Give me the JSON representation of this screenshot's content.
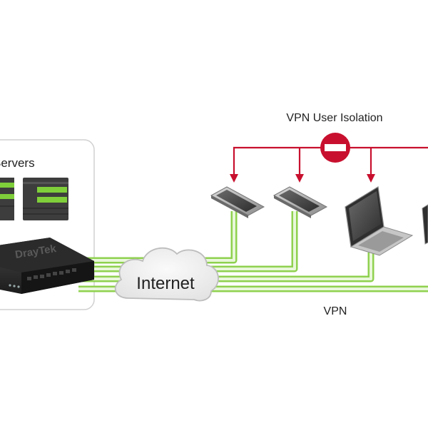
{
  "diagram": {
    "servers_label": "Servers",
    "internet_label": "Internet",
    "vpn_label": "VPN",
    "isolation_label": "VPN User Isolation",
    "router_brand": "DrayTek",
    "colors": {
      "isolation_line": "#c8102e",
      "tunnel": "#8fd14f",
      "tunnel_core": "#e9f7da",
      "server_body": "#3d3d3d",
      "server_stripe": "#7fcf3a",
      "panel_border": "#d0d0d0",
      "cloud": "#efefef"
    },
    "icons": [
      "server-rack-icon",
      "router-icon",
      "cloud-icon",
      "smartphone-icon",
      "laptop-icon",
      "no-entry-icon"
    ]
  }
}
